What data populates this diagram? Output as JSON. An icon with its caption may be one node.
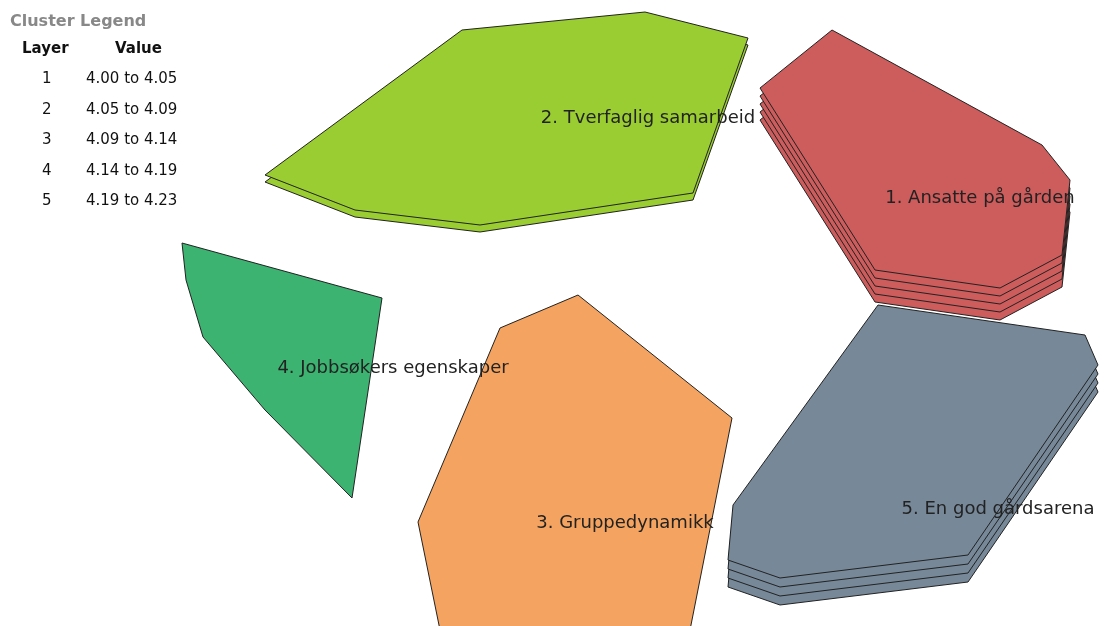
{
  "diagram": {
    "nodes": [
      {
        "text": [
          "2. Tverfaglig samarbeid"
        ]
      },
      {
        "text": [
          "1. Ansatte på gården"
        ]
      },
      {
        "text": [
          "4. Jobbsøkers egenskaper"
        ]
      },
      {
        "text": [
          "3. Gruppedynamikk"
        ]
      },
      {
        "text": [
          "5. En god gårdsarena"
        ]
      }
    ],
    "edges": [],
    "labels": [
      "Cluster Legend",
      "Layer",
      "Value",
      "1",
      "4.00 to 4.05",
      "2",
      "4.05 to 4.09",
      "3",
      "4.09 to 4.14",
      "4",
      "4.14 to 4.19",
      "5",
      "4.19 to 4.23"
    ]
  }
}
